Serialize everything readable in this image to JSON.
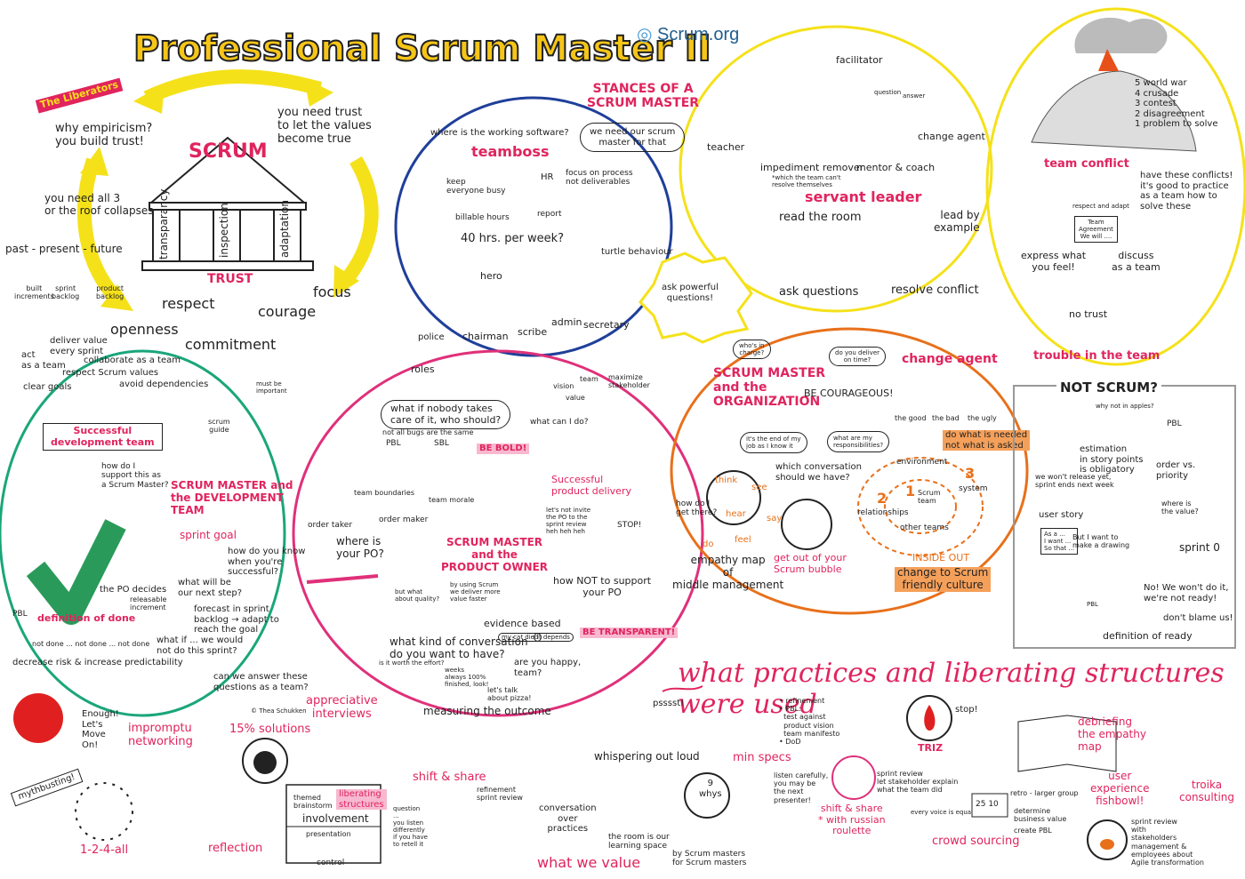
{
  "title": "Professional Scrum Master II",
  "logo": "Scrum.org",
  "liberators": "The Liberators",
  "scrum": {
    "pillar_title": "SCRUM",
    "pillars": [
      "transparancy",
      "inspection",
      "adaptation"
    ],
    "why": "why empiricism?\nyou build trust!",
    "trust_values": "you need trust\nto let the values\nbecome true",
    "need_all": "you need all 3\nor the roof collapses",
    "ppf": "past - present - future",
    "artifacts": [
      "built\nincrements",
      "sprint\nbacklog",
      "product\nbacklog"
    ],
    "trust": "TRUST",
    "values": [
      "respect",
      "courage",
      "focus",
      "openness",
      "commitment"
    ]
  },
  "teamboss": {
    "q": "where is the working software?",
    "speech": "we need our scrum\nmaster for that",
    "title": "teamboss",
    "items": [
      "keep\neveryone busy",
      "HR",
      "billable hours",
      "report",
      "focus on process\nnot deliverables",
      "40 hrs. per week?",
      "turtle behaviour",
      "hero",
      "police",
      "chairman",
      "scribe",
      "admin",
      "secretary"
    ]
  },
  "stances": {
    "title": "STANCES OF A\nSCRUM MASTER",
    "items": [
      "teacher",
      "facilitator",
      "impediment remover",
      "*which the team can't\nresolve themselves",
      "mentor & coach",
      "change agent",
      "question",
      "answer"
    ],
    "servant": "servant leader",
    "read": "read the room",
    "lead": "lead by\nexample",
    "ask": "ask questions",
    "resolve": "resolve conflict",
    "powerful": "ask powerful\nquestions!"
  },
  "conflict": {
    "list": "5 world war\n4 crusade\n3 contest\n2 disagreement\n1 problem to solve",
    "title": "team conflict",
    "note": "have these conflicts!\nit's good to practice\nas a team how to\nsolve these",
    "respect": "respect and adapt",
    "agreement": "Team\nAgreement\nWe will ....",
    "express": "express what\nyou feel!",
    "discuss": "discuss\nas a team",
    "notrust": "no trust",
    "trouble": "trouble in the team"
  },
  "devteam": {
    "top": [
      "deliver value\nevery sprint",
      "act\nas a team",
      "collaborate as a team",
      "respect Scrum values",
      "avoid dependencies",
      "clear goals"
    ],
    "banner": "Successful\ndevelopment team",
    "guide": "scrum\nguide",
    "must": "must be\nimportant",
    "support": "how do I\nsupport this as\na Scrum Master?",
    "title": "SCRUM MASTER and\nthe DEVELOPMENT\nTEAM",
    "sprintgoal": "sprint goal",
    "know": "how do you know\nwhen you're\nsuccessful?",
    "next": "what will be\nour next step?",
    "forecast": "forecast in sprint\nbacklog → adapt to\nreach the goal",
    "whatif": "what if ... we would\nnot do this sprint?",
    "po": "the PO decides",
    "releasable": "releasable\nincrement",
    "pbl": "PBL",
    "dod": "definition of done",
    "notdone": "not done ... not done ... not done",
    "risk": "decrease risk & increase predictability",
    "answer": "can we answer these\nquestions as a team?"
  },
  "po": {
    "roles": "roles",
    "nobody": "what if nobody takes\ncare of it, who should?",
    "bugs": "not all bugs are the same",
    "pbl": "PBL",
    "sbl": "SBL",
    "bold": "BE BOLD!",
    "boundaries": "team boundaries",
    "morale": "team morale",
    "vision": "vision",
    "value": "value",
    "team": "team",
    "maximize": "maximize\nstakeholder",
    "cando": "what can I do?",
    "successful": "Successful\nproduct delivery",
    "ordertaker": "order taker",
    "ordermaker": "order maker",
    "where": "where is\nyour PO?",
    "title": "SCRUM MASTER\nand the\nPRODUCT OWNER",
    "invite": "let's not invite\nthe PO to the\nsprint review\nheh heh heh",
    "stop": "STOP!",
    "notsupport": "how NOT to support\nyour PO",
    "quality": "but what\nabout quality?",
    "scrum": "by using Scrum\nwe deliver more\nvalue faster",
    "evidence": "evidence based",
    "conv": "what kind of conversation\ndo you want to have?",
    "cat": "my cat died",
    "depends": "it depends",
    "transparent": "BE TRANSPARENT!",
    "worth": "is it worth the effort?",
    "finished": "weeks\nalways 100%\nfinished, look!",
    "happy": "are you happy,\nteam?",
    "pizza": "let's talk\nabout pizza!",
    "measuring": "measuring the outcome"
  },
  "org": {
    "charge": "who's in\ncharge?",
    "ontime": "do you deliver\non time?",
    "title": "SCRUM MASTER\nand the\nORGANIZATION",
    "courage": "BE COURAGEOUS!",
    "end": "it's the end of my\njob as I know it",
    "resp": "what are my\nresponsibilities?",
    "which": "which conversation\nshould we have?",
    "think": "think",
    "see": "see",
    "hear": "hear",
    "say": "say",
    "do": "do",
    "feel": "feel",
    "how": "how do I\nget there?",
    "empathy": "empathy map\nof\nmiddle management",
    "bubble": "get out of your\nScrum bubble",
    "change": "change agent",
    "good": "the good",
    "bad": "the bad",
    "ugly": "the ugly",
    "needed": "do what is needed\nnot what is asked",
    "env": "environment",
    "sys": "system",
    "team": "Scrum\nteam",
    "rel": "relationships",
    "others": "other teams",
    "n1": "1",
    "n2": "2",
    "n3": "3",
    "inside": "INSIDE OUT",
    "culture": "change to Scrum\nfriendly culture"
  },
  "notscrum": {
    "title": "NOT SCRUM?",
    "apples": "why not in apples?",
    "estimation": "estimation\nin story points\nis obligatory",
    "pbl": "PBL",
    "order": "order vs.\npriority",
    "release": "we won't release yet,\nsprint ends next week",
    "story": "user story",
    "as": "As a ...\nI want ...\nSo that ...",
    "drawing": "But I want to\nmake a drawing",
    "where": "where is\nthe value?",
    "sprint": "sprint 0",
    "no": "No! We won't do it,\nwe're not ready!",
    "blame": "don't blame us!",
    "pbl2": "PBL",
    "dor": "definition of ready"
  },
  "practices": {
    "headline": "what practices and liberating structures were used",
    "enough": "Enough!\nLet's\nMove\nOn!",
    "mythbusting": "mythbusting!",
    "impromptu": "impromptu\nnetworking",
    "124": "1-2-4-all",
    "fifteen": "15% solutions",
    "appreciative": "appreciative\ninterviews",
    "reflection": "reflection",
    "themed": "themed\nbrainstorm",
    "liberating": "liberating\nstructures",
    "involvement": "involvement",
    "presentation": "presentation",
    "control": "control",
    "shift": "shift & share",
    "refinement": "refinement\nsprint review",
    "question": "question\n...\nyou listen\ndifferently\nif you have\nto retell it",
    "conversation": "conversation\nover\npractices",
    "wevalue": "what we value",
    "pssst": "psssst!",
    "whispering": "whispering out loud",
    "room": "the room is our\nlearning space",
    "9whys": "9\nwhys",
    "bysm": "by Scrum masters\nfor Scrum masters",
    "minspecs": "min specs",
    "minlist": "• refinement\n• PBL:\n  test against\n  product vision\n  team manifesto\n• DoD",
    "listen": "listen carefully,\nyou may be\nthe next\npresenter!",
    "roulette": "shift & share\n* with russian\nroulette",
    "sprintreview": "sprint review\nlet stakeholder explain\nwhat the team did",
    "triz": "TRIZ",
    "stop": "stop!",
    "retro": "retro - larger group",
    "business": "determine\nbusiness value",
    "create": "create PBL",
    "crowd": "crowd sourcing",
    "every": "every voice is equal",
    "score": "25 10",
    "debriefing": "debriefing\nthe empathy\nmap",
    "ux": "user\nexperience\nfishbowl!",
    "troika": "troika\nconsulting",
    "review2": "sprint review\nwith\nstakeholders\nmanagement &\nemployees about\nAgile transformation",
    "copyright": "© Thea Schukken"
  }
}
